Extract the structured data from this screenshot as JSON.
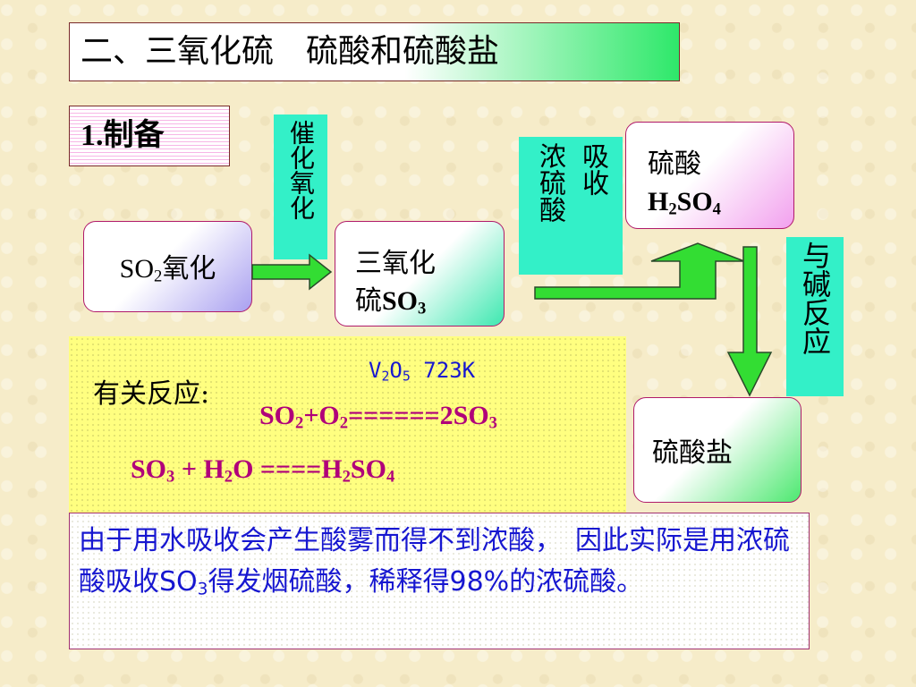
{
  "title": "二、三氧化硫　硫酸和硫酸盐",
  "section": "1.制备",
  "labels": {
    "catalyst_oxidation": "催化氧化",
    "conc_absorb_col1": "吸收",
    "conc_absorb_col2": "浓硫酸",
    "base_reaction": "与碱反应"
  },
  "nodes": {
    "so2": {
      "formula_main": "SO",
      "sub": "2",
      "suffix": "氧化"
    },
    "so3": {
      "line1": "三氧化",
      "prefix": "硫",
      "formula": "SO",
      "sub": "3"
    },
    "h2so4": {
      "line1": "硫酸",
      "f1": "H",
      "s1": "2",
      "f2": "SO",
      "s2": "4"
    },
    "sulfate": {
      "label": "硫酸盐"
    }
  },
  "reactions": {
    "label": "有关反应:",
    "catalyst": {
      "v": "V",
      "s1": "2",
      "o": "O",
      "s2": "5",
      "temp": " 723K"
    },
    "eq1": {
      "a": "SO",
      "a_sub": "2",
      "b": "+O",
      "b_sub": "2",
      "c": "======2SO",
      "c_sub": "3"
    },
    "eq2": {
      "a": "SO",
      "a_sub": "3",
      "b": " + H",
      "b_sub": "2",
      "c": "O ====H",
      "c_sub": "2",
      "d": "SO",
      "d_sub": "4"
    }
  },
  "note": {
    "part1": "由于用水吸收会产生酸雾而得不到浓酸，　因此实际是用浓硫酸吸收SO",
    "sub": "3",
    "part2": "得发烟硫酸，稀释得98%的浓硫酸。"
  },
  "colors": {
    "accent_green": "#33dd33",
    "label_teal": "#33f0c8",
    "equation": "#b0007a",
    "note_text": "#1717d0"
  }
}
